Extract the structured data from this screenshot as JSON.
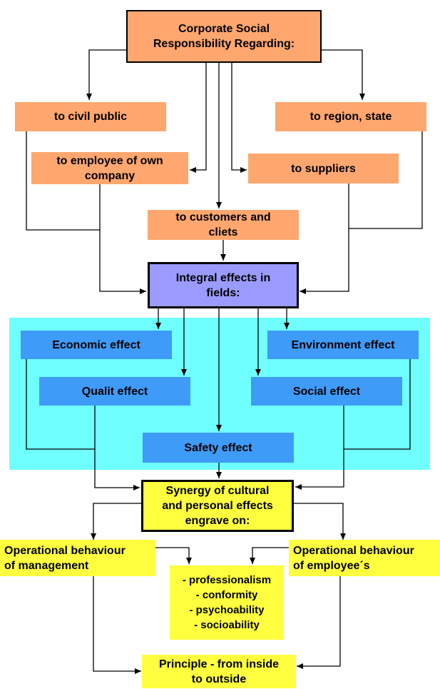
{
  "colors": {
    "orange": "#FFA76F",
    "violet": "#9B9BFF",
    "blue": "#3E9BF7",
    "cyan_panel": "#6FFFFF",
    "yellow": "#FFFF3F",
    "line": "#000000"
  },
  "nodes": {
    "csr": "Corporate Social\nResponsibility Regarding:",
    "civil": "to civil public",
    "region": "to region, state",
    "employee": "to employee of own\ncompany",
    "suppliers": "to suppliers",
    "customers": "to customers and\ncliets",
    "integral": "Integral effects in\nfields:",
    "economic": "Economic effect",
    "environment": "Environment effect",
    "qualit": "Qualit effect",
    "social": "Social effect",
    "safety": "Safety effect",
    "synergy": "Synergy of cultural\nand personal effects\nengrave on:",
    "op_management": "Operational behaviour\nof management",
    "op_employees": "Operational behaviour\nof employee´s",
    "qualities": "- professionalism\n- conformity\n- psychoability\n- socioability",
    "principle": "Principle - from inside\nto outside"
  }
}
